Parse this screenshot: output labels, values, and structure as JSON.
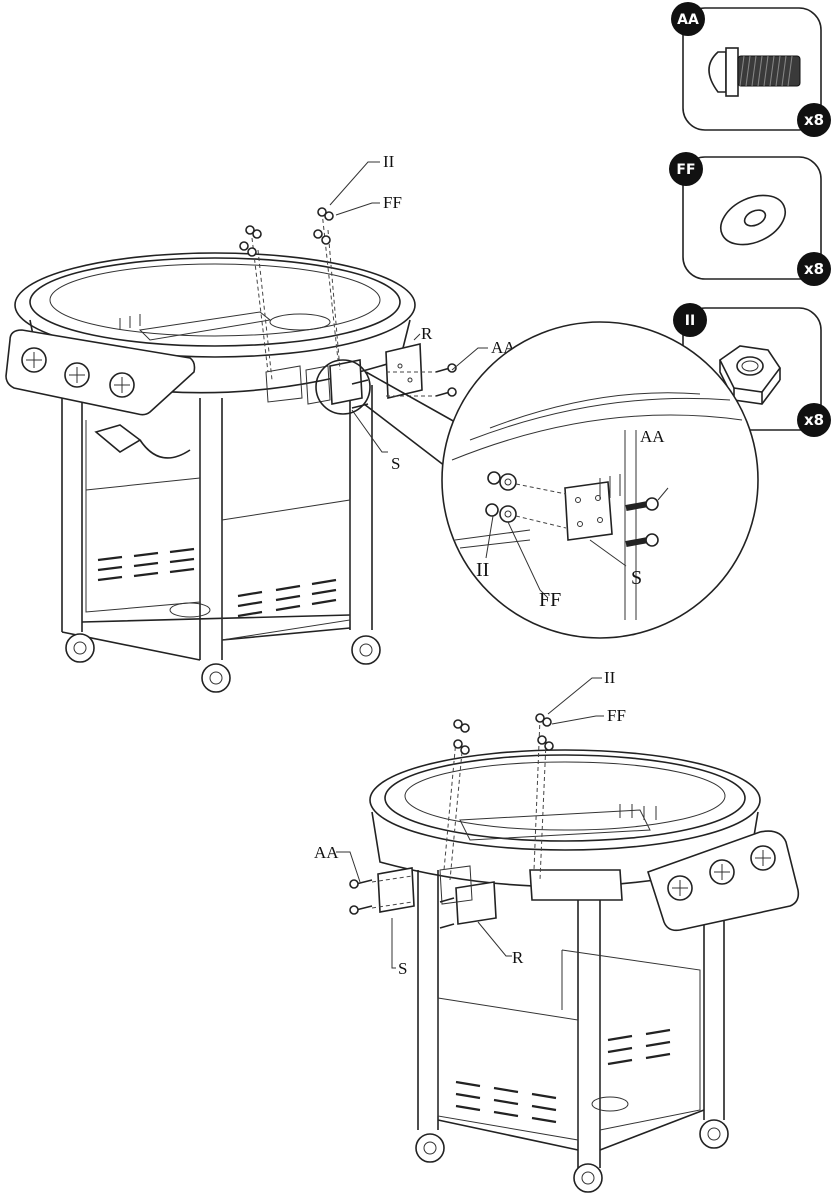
{
  "hardware": [
    {
      "code": "AA",
      "qty": "x8",
      "icon": "bolt-icon"
    },
    {
      "code": "FF",
      "qty": "x8",
      "icon": "washer-icon"
    },
    {
      "code": "II",
      "qty": "x8",
      "icon": "hex-nut-icon"
    }
  ],
  "callouts_top": {
    "nut": "II",
    "washer": "FF",
    "bolt": "AA",
    "bracket_r": "R",
    "bracket_s": "S"
  },
  "callouts_zoom": {
    "bolt": "AA",
    "nut": "II",
    "washer": "FF",
    "bracket_s": "S"
  },
  "callouts_bottom": {
    "nut": "II",
    "washer": "FF",
    "bolt": "AA",
    "bracket_s": "S",
    "bracket_r": "R"
  }
}
